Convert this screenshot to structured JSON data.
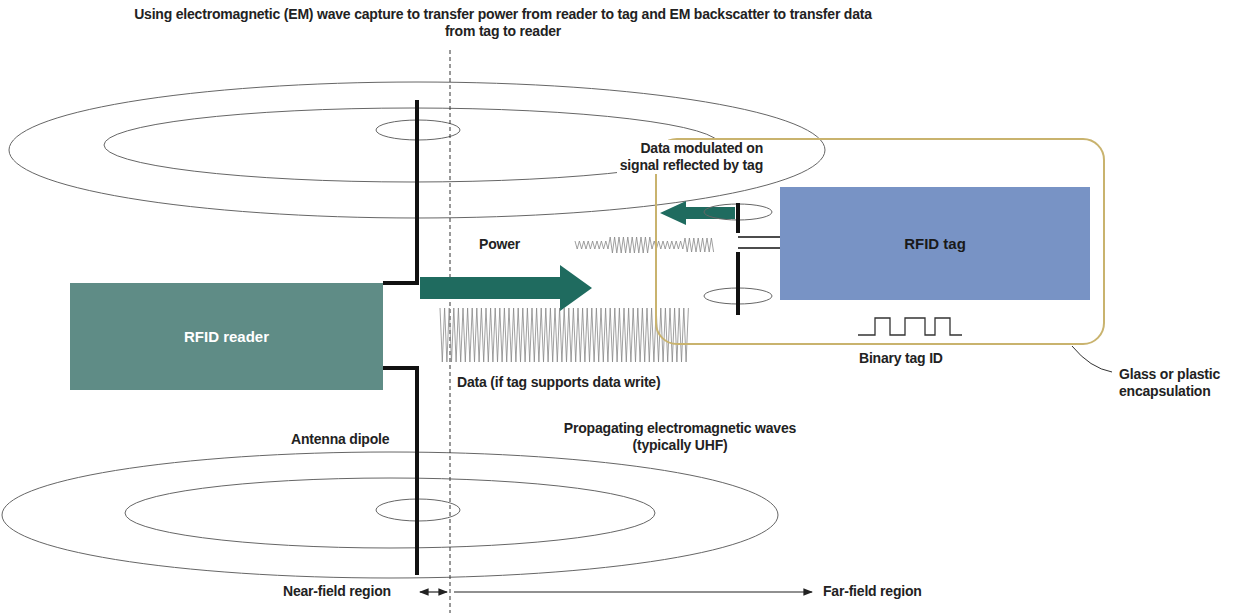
{
  "diagram": {
    "title": "Using electromagnetic (EM) wave capture to transfer power from reader to tag and EM backscatter to transfer data from tag to reader",
    "nodes": [
      {
        "text": [
          "RFID reader"
        ]
      },
      {
        "text": [
          "Glass or plastic encapsulation"
        ]
      },
      {
        "text": [
          "RFID tag"
        ],
        "in": 1
      }
    ],
    "labels": [
      "Data modulated on signal reflected by tag",
      "Power",
      "Binary tag ID",
      "Data (if tag supports data write)",
      "Antenna dipole",
      "Propagating electromagnetic waves (typically UHF)",
      "Near-field region",
      "Far-field region"
    ]
  }
}
